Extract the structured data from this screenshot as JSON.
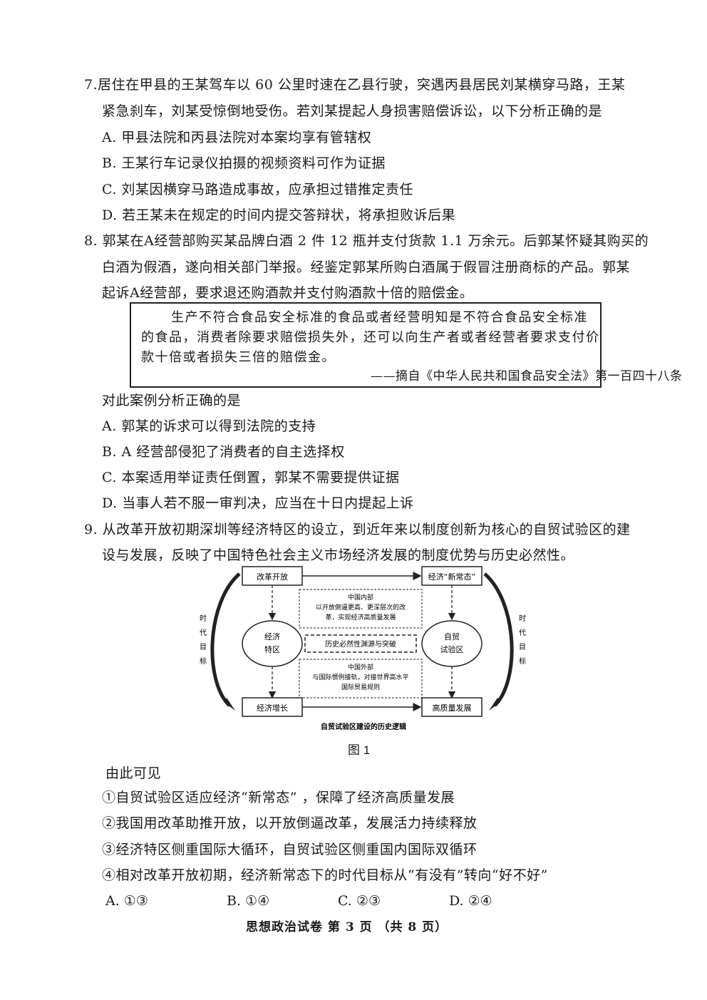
{
  "q7": {
    "stem_line1": "7.居住在甲县的王某驾车以 60 公里时速在乙县行驶，突遇丙县居民刘某横穿马路，王某",
    "stem_line2": "紧急刹车，刘某受惊倒地受伤。若刘某提起人身损害赔偿诉讼，以下分析正确的是",
    "options": [
      "A. 甲县法院和丙县法院对本案均享有管辖权",
      "B. 王某行车记录仪拍摄的视频资料可作为证据",
      "C. 刘某因横穿马路造成事故，应承担过错推定责任",
      "D. 若王某未在规定的时间内提交答辩状，将承担败诉后果"
    ]
  },
  "q8": {
    "stem_line1": "8. 郭某在A经营部购买某品牌白酒 2 件 12 瓶并支付货款 1.1 万余元。后郭某怀疑其购买的",
    "stem_line2": "白酒为假酒，遂向相关部门举报。经鉴定郭某所购白酒属于假冒注册商标的产品。郭某",
    "stem_line3": "起诉A经营部，要求退还购酒款并支付购酒款十倍的赔偿金。",
    "quote_line1": "生产不符合食品安全标准的食品或者经营明知是不符合食品安全标准",
    "quote_line2": "的食品，消费者除要求赔偿损失外，还可以向生产者或者经营者要求支付价",
    "quote_line3": "款十倍或者损失三倍的赔偿金。",
    "quote_source": "——摘自《中华人民共和国食品安全法》第一百四十八条",
    "prompt": "对此案例分析正确的是",
    "options": [
      "A. 郭某的诉求可以得到法院的支持",
      "B. A 经营部侵犯了消费者的自主选择权",
      "C. 本案适用举证责任倒置，郭某不需要提供证据",
      "D. 当事人若不服一审判决，应当在十日内提起上诉"
    ]
  },
  "q9": {
    "stem_line1": "9. 从改革开放初期深圳等经济特区的设立，到近年来以制度创新为核心的自贸试验区的建",
    "stem_line2": "设与发展，反映了中国特色社会主义市场经济发展的制度优势与历史必然性。",
    "diagram": {
      "box_reform": "改革开放",
      "box_new_normal": "经济“新常态”",
      "box_growth": "经济增长",
      "box_high_quality": "高质量发展",
      "circle_left_1": "经济",
      "circle_left_2": "特区",
      "circle_right_1": "自贸",
      "circle_right_2": "试验区",
      "inner_top_1": "中国内部",
      "inner_top_2": "以开放倒逼更高、更深层次的改",
      "inner_top_3": "革，实现经济高质量发展",
      "inner_mid": "历史必然性渊源与突破",
      "inner_bot_1": "中国外部",
      "inner_bot_2": "与国际惯例接轨，对接世界高水平",
      "inner_bot_3": "国际贸易规则",
      "side_label": [
        "时",
        "代",
        "目",
        "标"
      ],
      "subtitle": "自贸试验区建设的历史逻辑"
    },
    "caption": "图 1",
    "lead": "由此可见",
    "statements": [
      "①自贸试验区适应经济“新常态” ，保障了经济高质量发展",
      "②我国用改革助推开放，以开放倒逼改革，发展活力持续释放",
      "③经济特区侧重国际大循环，自贸试验区侧重国内国际双循环",
      "④相对改革开放初期，经济新常态下的时代目标从“有没有”转向“好不好”"
    ],
    "choices": [
      "A. ①③",
      "B. ①④",
      "C. ②③",
      "D. ②④"
    ]
  },
  "footer": "思想政治试卷  第 3 页 （共 8 页）"
}
